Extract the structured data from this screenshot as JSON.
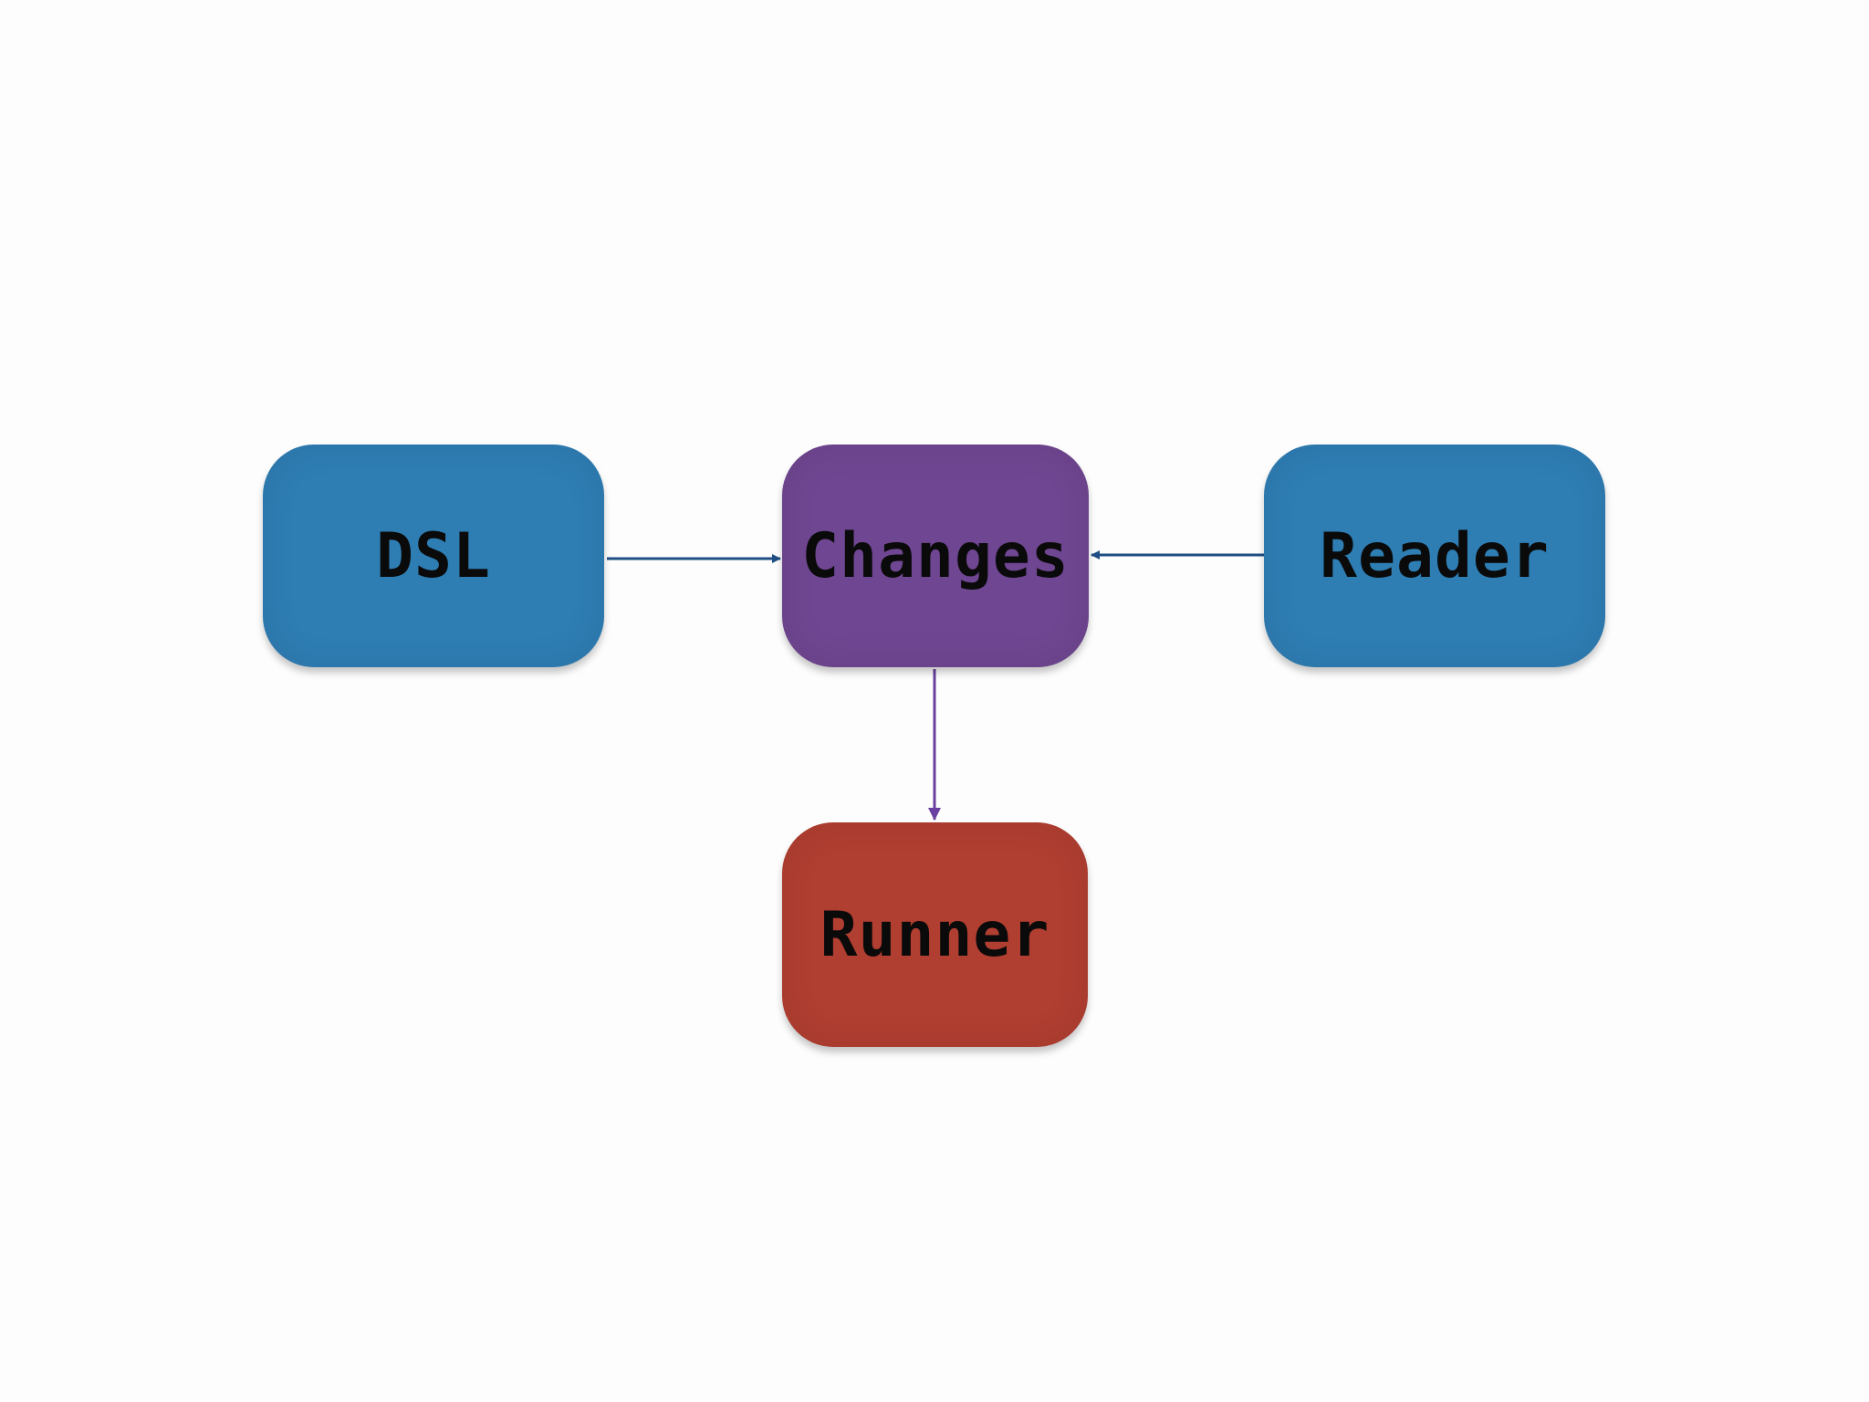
{
  "diagram": {
    "nodes": [
      {
        "id": "dsl",
        "label": "DSL",
        "color": "#2e7db3"
      },
      {
        "id": "changes",
        "label": "Changes",
        "color": "#6f4691"
      },
      {
        "id": "reader",
        "label": "Reader",
        "color": "#2e7db3"
      },
      {
        "id": "runner",
        "label": "Runner",
        "color": "#b03e31"
      }
    ],
    "edges": [
      {
        "from": "dsl",
        "to": "changes",
        "color": "#1f4e85"
      },
      {
        "from": "reader",
        "to": "changes",
        "color": "#1f4e85"
      },
      {
        "from": "changes",
        "to": "runner",
        "color": "#6a3fa0"
      }
    ]
  }
}
